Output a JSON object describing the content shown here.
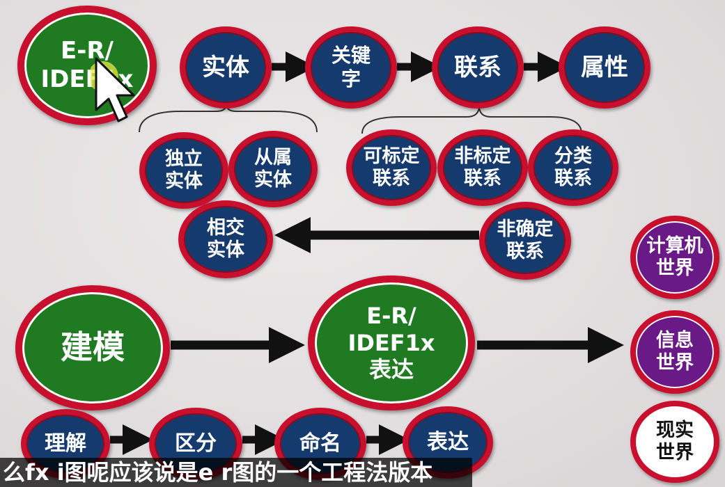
{
  "top_row": {
    "er_idef": "E-R/\nIDEF1x",
    "entity": "实体",
    "key": "关键\n字",
    "relation": "联系",
    "attribute": "属性"
  },
  "entity_types": {
    "independent": "独立\n实体",
    "dependent": "从属\n实体",
    "intersection": "相交\n实体"
  },
  "relation_types": {
    "identifying": "可标定\n联系",
    "non_identifying": "非标定\n联系",
    "categorization": "分类\n联系",
    "non_specific": "非确定\n联系"
  },
  "bottom": {
    "modeling": "建模",
    "er_expression": "E-R/\nIDEF1x\n表达",
    "understand": "理解",
    "distinguish": "区分",
    "naming": "命名",
    "express": "表达"
  },
  "worlds": {
    "computer": "计算机\n世界",
    "information": "信息\n世界",
    "reality": "现实\n世界"
  },
  "subtitle": "么fx i图呢应该说是e r图的一个工程法版本",
  "colors": {
    "ring": "#c8102e",
    "blue": "#143a6e",
    "green": "#1f7a22",
    "purple": "#6a1a86"
  }
}
